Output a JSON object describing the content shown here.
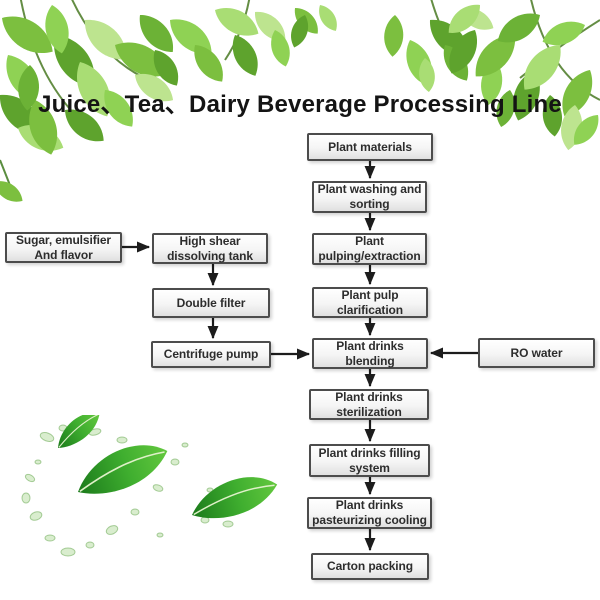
{
  "title": "Juice、Tea、Dairy Beverage Processing Line",
  "flowchart": {
    "nodes": {
      "plant_materials": "Plant materials",
      "washing": "Plant washing and\nsorting",
      "pulping": "Plant\npulping/extraction",
      "clarification": "Plant pulp\nclarification",
      "blending": "Plant drinks\nblending",
      "sterilization": "Plant drinks\nsterilization",
      "filling": "Plant drinks filling\nsystem",
      "pasteurizing": "Plant drinks\npasteurizing cooling",
      "carton": "Carton packing",
      "sugar": "Sugar, emulsifier\nAnd flavor",
      "high_shear": "High shear\ndissolving tank",
      "double_filter": "Double filter",
      "centrifuge": "Centrifuge pump",
      "ro_water": "RO water"
    },
    "edges": [
      {
        "from": "plant_materials",
        "to": "washing"
      },
      {
        "from": "washing",
        "to": "pulping"
      },
      {
        "from": "pulping",
        "to": "clarification"
      },
      {
        "from": "clarification",
        "to": "blending"
      },
      {
        "from": "blending",
        "to": "sterilization"
      },
      {
        "from": "sterilization",
        "to": "filling"
      },
      {
        "from": "filling",
        "to": "pasteurizing"
      },
      {
        "from": "pasteurizing",
        "to": "carton"
      },
      {
        "from": "sugar",
        "to": "high_shear"
      },
      {
        "from": "high_shear",
        "to": "double_filter"
      },
      {
        "from": "double_filter",
        "to": "centrifuge"
      },
      {
        "from": "centrifuge",
        "to": "blending"
      },
      {
        "from": "ro_water",
        "to": "blending"
      }
    ],
    "colors": {
      "box_border": "#4c4c4c",
      "box_fill_bottom": "#e0e0e0",
      "arrow": "#1c1c1c",
      "leaf_green": "#76b93f",
      "leaf_dark_green": "#4e9a2e",
      "splash_leaf_green": "#2e8b2e"
    }
  },
  "decorations": {
    "top": "green-leaves-border",
    "bottom_left": "leaf-and-water-splash"
  }
}
